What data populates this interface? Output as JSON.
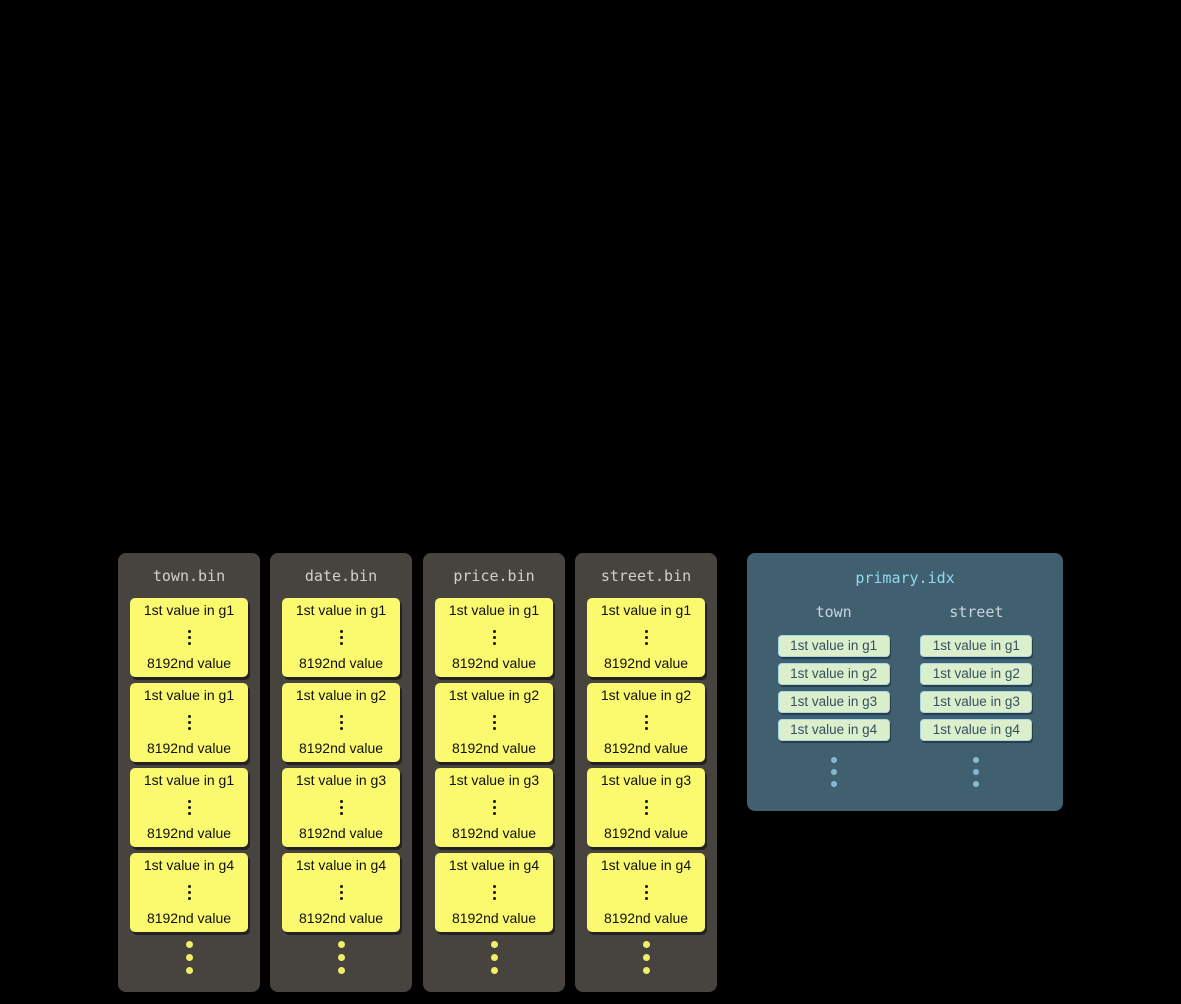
{
  "colors": {
    "background": "#000000",
    "bin_panel": "#474440",
    "bin_title_text": "#d3cfc9",
    "granule_card": "#fbf96d",
    "granule_card_text": "#101010",
    "panel_dots": "#f1ee68",
    "index_panel": "#40606f",
    "index_title_text": "#8fd9f2",
    "index_header_text": "#c9d4d9",
    "chip_background": "#dcefcd",
    "chip_text": "#33505d",
    "chip_border": "#a6d6e6",
    "index_dots": "#86b8d2"
  },
  "files": [
    {
      "title": "town.bin",
      "granules": [
        {
          "first": "1st value in g1",
          "last": "8192nd value"
        },
        {
          "first": "1st value in g1",
          "last": "8192nd value"
        },
        {
          "first": "1st value in g1",
          "last": "8192nd value"
        },
        {
          "first": "1st value in g4",
          "last": "8192nd value"
        }
      ]
    },
    {
      "title": "date.bin",
      "granules": [
        {
          "first": "1st value in g1",
          "last": "8192nd value"
        },
        {
          "first": "1st value in g2",
          "last": "8192nd value"
        },
        {
          "first": "1st value in g3",
          "last": "8192nd value"
        },
        {
          "first": "1st value in g4",
          "last": "8192nd value"
        }
      ]
    },
    {
      "title": "price.bin",
      "granules": [
        {
          "first": "1st value in g1",
          "last": "8192nd value"
        },
        {
          "first": "1st value in g2",
          "last": "8192nd value"
        },
        {
          "first": "1st value in g3",
          "last": "8192nd value"
        },
        {
          "first": "1st value in g4",
          "last": "8192nd value"
        }
      ]
    },
    {
      "title": "street.bin",
      "granules": [
        {
          "first": "1st value in g1",
          "last": "8192nd value"
        },
        {
          "first": "1st value in g2",
          "last": "8192nd value"
        },
        {
          "first": "1st value in g3",
          "last": "8192nd value"
        },
        {
          "first": "1st value in g4",
          "last": "8192nd value"
        }
      ]
    }
  ],
  "index": {
    "title": "primary.idx",
    "columns": [
      {
        "header": "town",
        "values": [
          "1st value in g1",
          "1st value in g2",
          "1st value in g3",
          "1st value in g4"
        ]
      },
      {
        "header": "street",
        "values": [
          "1st value in g1",
          "1st value in g2",
          "1st value in g3",
          "1st value in g4"
        ]
      }
    ]
  }
}
